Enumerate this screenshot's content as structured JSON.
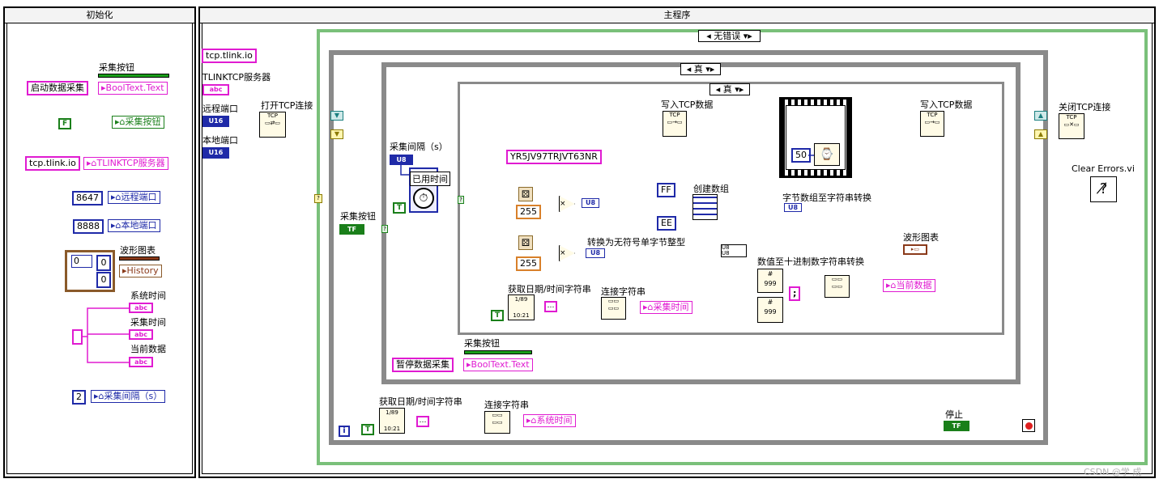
{
  "init_frame": {
    "title": "初始化",
    "acq_button_label": "采集按钮",
    "start_const": "启动数据采集",
    "booltext_local": "BoolText.Text",
    "false_const": "F",
    "acq_button_local": "采集按钮",
    "tcp_const": "tcp.tlink.io",
    "tlink_server_local": "TLINKTCP服务器",
    "remote_port_const": "8647",
    "remote_port_local": "远程端口",
    "local_port_const": "8888",
    "local_port_local": "本地端口",
    "waveform_label": "波形图表",
    "array_index": "0",
    "array_val1": "0",
    "array_val2": "0",
    "history_local": "History",
    "system_time_label": "系统时间",
    "acq_time_label": "采集时间",
    "current_data_label": "当前数据",
    "term_abc": "abc",
    "interval_const": "2",
    "interval_local": "采集间隔（s）"
  },
  "main_frame": {
    "title": "主程序",
    "error_case": "无错误",
    "tcp_const": "tcp.tlink.io",
    "tlink_server_label": "TLINKTCP服务器",
    "remote_port_label": "远程端口",
    "local_port_label": "本地端口",
    "term_u16": "U16",
    "open_tcp_label": "打开TCP连接",
    "acq_button_label": "采集按钮",
    "tf": "TF",
    "true_case_outer": "真",
    "true_case_inner": "真",
    "interval_label": "采集间隔（s）",
    "term_u8": "U8",
    "elapsed_label": "已用时间",
    "true_const": "T",
    "write_tcp1_label": "写入TCP数据",
    "write_tcp2_label": "写入TCP数据",
    "device_id": "YR5JV97TRJVT63NR",
    "wait_ms": "50",
    "create_array_label": "创建数组",
    "ff_const": "FF",
    "ee_const": "EE",
    "byte_to_string_label": "字节数组至字符串转换",
    "rand1": "255",
    "rand2": "255",
    "to_u8_label": "转换为无符号单字节整型",
    "waveform_label": "波形图表",
    "num_to_dec_label": "数值至十进制数字符串转换",
    "get_datetime_label_inner": "获取日期/时间字符串",
    "concat_label_inner": "连接字符串",
    "acq_time_local": "采集时间",
    "semicolon_const": ";",
    "current_data_local": "当前数据",
    "acq_button_label2": "采集按钮",
    "pause_const": "暂停数据采集",
    "booltext_local": "BoolText.Text",
    "get_datetime_label_outer": "获取日期/时间字符串",
    "concat_label_outer": "连接字符串",
    "system_time_local": "系统时间",
    "stop_label": "停止",
    "iteration": "i",
    "close_tcp_label": "关闭TCP连接",
    "clear_errors_label": "Clear Errors.vi",
    "tcp_icon_text": "TCP",
    "fmt_999": "999",
    "time_1_89": "1/89",
    "time_10_21": "10:21"
  },
  "watermark": "CSDN @学  成",
  "colors": {
    "string_wire": "#e01bd1",
    "numeric_wire": "#1f2aa8",
    "boolean_wire": "#1a7f1a",
    "error_wire": "#c8b400",
    "refnum_wire": "#1a7f7f",
    "while_loop": "#5aa85a",
    "case_frame": "#8a8a8a"
  }
}
